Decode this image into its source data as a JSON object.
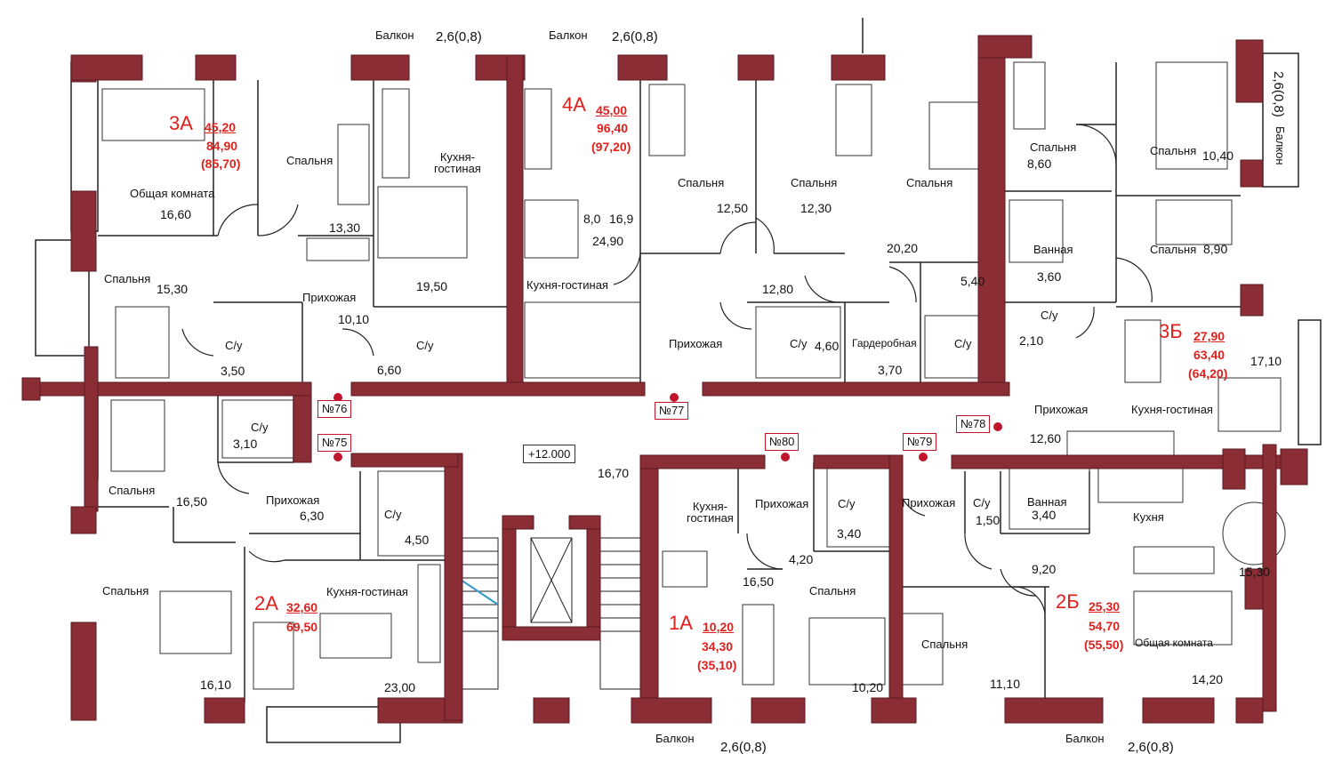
{
  "level_mark": "+12.000",
  "stair_area": "16,70",
  "balconies": {
    "label": "Балкон",
    "size": "2,6(0,8)"
  },
  "entrances": [
    "№76",
    "№75",
    "№77",
    "№80",
    "№79",
    "№78"
  ],
  "apartments": {
    "a3A": {
      "name": "3А",
      "living": "45,20",
      "total": "84,90",
      "total_b": "(85,70)",
      "rooms": {
        "common": "Общая комната",
        "common_area": "16,60",
        "bedroom1": "Спальня",
        "bedroom1_area": "13,30",
        "kitchen": "Кухня-\nгостиная",
        "kitchen_area": "19,50",
        "bedroom2": "Спальня",
        "bedroom2_area": "15,30",
        "hall": "Прихожая",
        "hall_area": "10,10",
        "wc1": "С/у",
        "wc1_area": "3,50",
        "wc2": "С/у",
        "wc2_area": "6,60"
      }
    },
    "a4A": {
      "name": "4А",
      "living": "45,00",
      "total": "96,40",
      "total_b": "(97,20)",
      "split_a": "8,0",
      "split_b": "16,9",
      "split_total": "24,90",
      "rooms": {
        "kitchen": "Кухня-гостиная",
        "bedroom1": "Спальня",
        "bedroom1_area": "12,50",
        "bedroom2": "Спальня",
        "bedroom2_area": "12,30",
        "bedroom3": "Спальня",
        "bedroom3_area": "20,20",
        "hall": "Прихожая",
        "hall_area": "12,80",
        "wc1": "С/у",
        "wc1_area": "4,60",
        "wardrobe": "Гардеробная",
        "wardrobe_area": "3,70",
        "wc2": "С/у",
        "wc2_area": "5,40"
      }
    },
    "a3B": {
      "name": "3Б",
      "living": "27,90",
      "total": "63,40",
      "total_b": "(64,20)",
      "rooms": {
        "bedroom1": "Спальня",
        "bedroom1_area": "8,60",
        "bedroom2": "Спальня",
        "bedroom2_area": "10,40",
        "bath": "Ванная",
        "bath_area": "3,60",
        "bedroom3": "Спальня",
        "bedroom3_area": "8,90",
        "wc": "С/у",
        "wc_area": "2,10",
        "kitchen": "Кухня-гостиная",
        "kitchen_area": "17,10",
        "hall": "Прихожая",
        "hall_area": "12,60"
      }
    },
    "a2A": {
      "name": "2А",
      "living": "32,60",
      "total": "69,50",
      "rooms": {
        "wc": "С/у",
        "wc_area": "3,10",
        "bedroom1": "Спальня",
        "bedroom1_area": "16,50",
        "hall": "Прихожая",
        "hall_area": "6,30",
        "wc2": "С/у",
        "wc2_area": "4,50",
        "bedroom2": "Спальня",
        "bedroom2_area": "16,10",
        "kitchen": "Кухня-гостиная",
        "kitchen_area": "23,00"
      }
    },
    "a1A": {
      "name": "1А",
      "living": "10,20",
      "total": "34,30",
      "total_b": "(35,10)",
      "rooms": {
        "kitchen": "Кухня-\nгостиная",
        "kitchen_area": "16,50",
        "hall": "Прихожая",
        "hall_area": "4,20",
        "wc": "С/у",
        "wc_area": "3,40",
        "bedroom": "Спальня",
        "bedroom_area": "10,20"
      }
    },
    "a2B": {
      "name": "2Б",
      "living": "25,30",
      "total": "54,70",
      "total_b": "(55,50)",
      "rooms": {
        "hall": "Прихожая",
        "hall_area": "9,20",
        "wc": "С/у",
        "wc_area": "1,50",
        "bath": "Ванная",
        "bath_area": "3,40",
        "kitchen": "Кухня",
        "kitchen_area": "15,30",
        "bedroom": "Спальня",
        "bedroom_area": "11,10",
        "common": "Общая комната",
        "common_area": "14,20"
      }
    }
  },
  "colors": {
    "wall": "#8b2d34",
    "accent_red": "#e0201c",
    "tag_border": "#c0152a"
  }
}
